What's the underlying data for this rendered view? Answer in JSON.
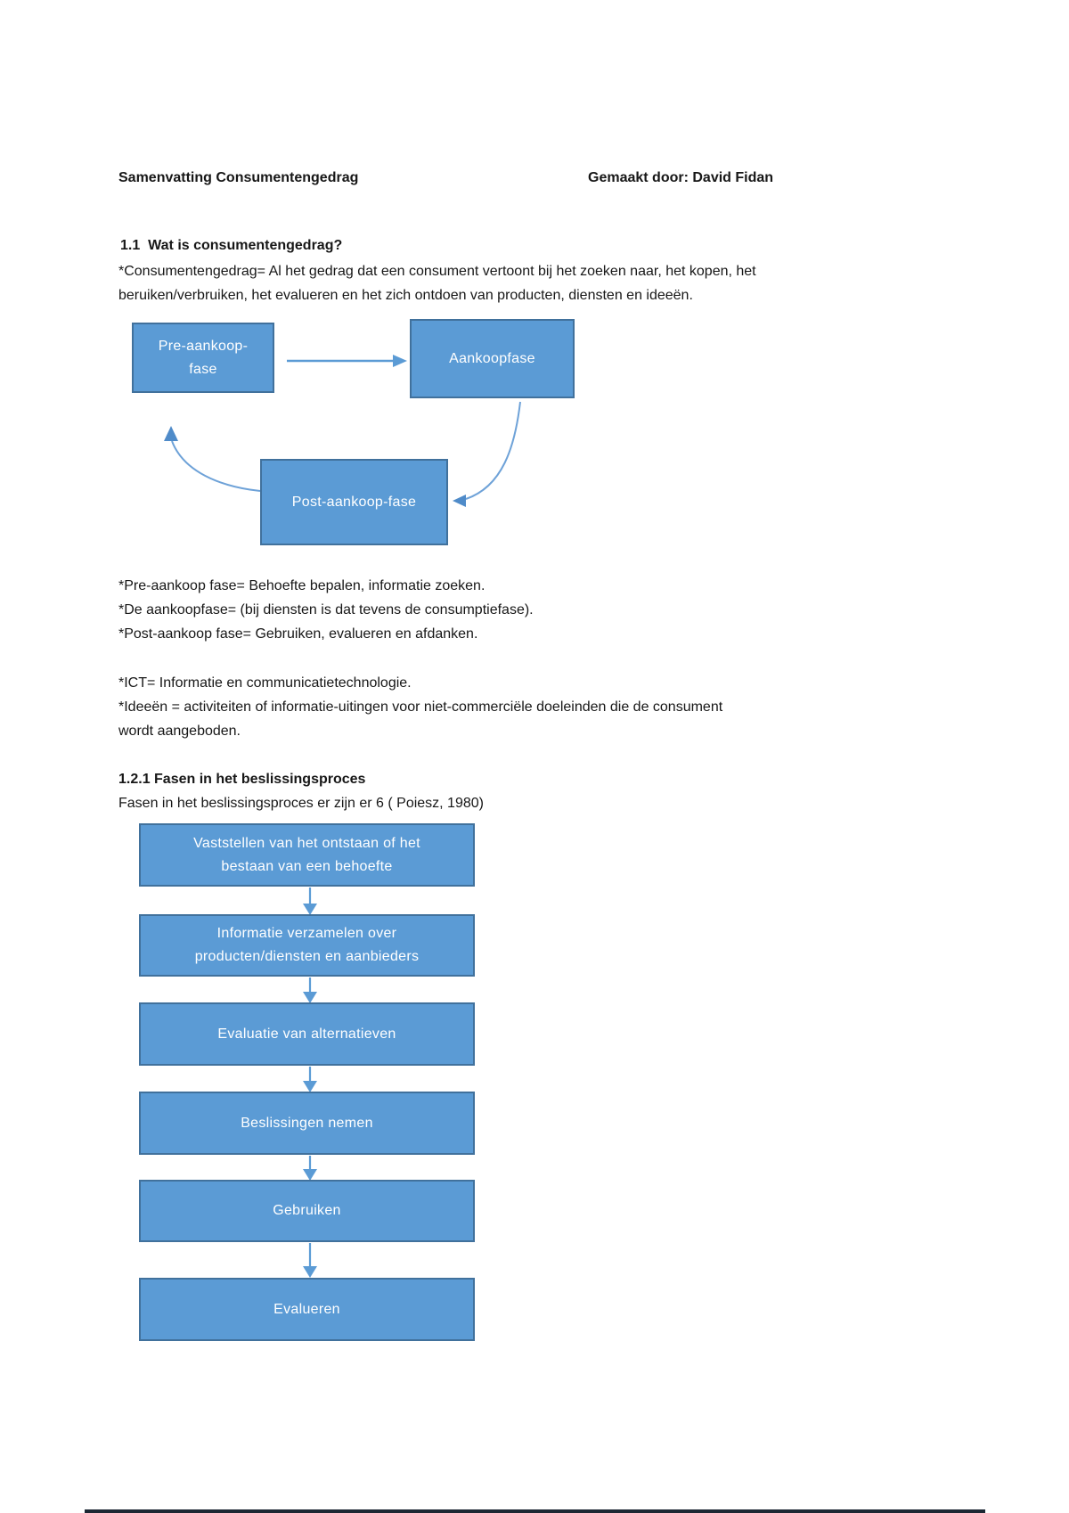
{
  "header": {
    "title": "Samenvatting Consumentengedrag",
    "author": "Gemaakt door: David Fidan"
  },
  "section_1_1": {
    "heading": "1.1  Wat is consumentengedrag?",
    "paragraph": "*Consumentengedrag= Al het gedrag dat een consument vertoont bij het zoeken naar, het kopen, het\nberuiken/verbruiken, het evalueren en het zich ontdoen van producten, diensten en ideeën."
  },
  "purchase_cycle": {
    "boxes": [
      "Pre-aankoop-\nfase",
      "Aankoopfase",
      "Post-aankoop-fase"
    ]
  },
  "notes_phases": "*Pre-aankoop fase= Behoefte bepalen, informatie zoeken.\n*De aankoopfase= (bij diensten is dat tevens de consumptiefase).\n*Post-aankoop fase= Gebruiken, evalueren en afdanken.",
  "notes_definitions": "*ICT= Informatie en communicatietechnologie.\n*Ideeën = activiteiten of informatie-uitingen voor niet-commerciële doeleinden die de consument\nwordt aangeboden.",
  "section_1_2_1": {
    "heading": "1.2.1 Fasen in het beslissingsproces",
    "intro": "Fasen in het beslissingsproces er zijn er 6 ( Poiesz, 1980)"
  },
  "decision_process": {
    "steps": [
      "Vaststellen van het ontstaan of het\nbestaan van een behoefte",
      "Informatie verzamelen over\nproducten/diensten en aanbieders",
      "Evaluatie van alternatieven",
      "Beslissingen nemen",
      "Gebruiken",
      "Evalueren"
    ]
  },
  "colors": {
    "box_fill": "#5b9bd5",
    "box_border": "#41719c",
    "arrow": "#5b9bd5",
    "box_text": "#ffffff"
  }
}
